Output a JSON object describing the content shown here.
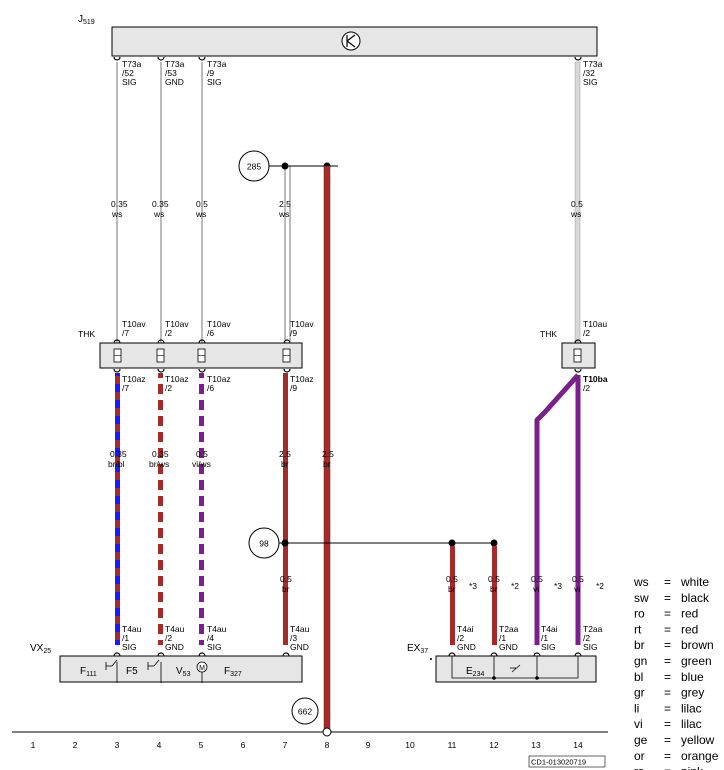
{
  "components": {
    "j519": "J",
    "j519_sub": "519",
    "thk_left": "THK",
    "thk_right": "THK",
    "vx": "VX",
    "vx_sub": "25",
    "ex": "EX",
    "ex_sub": "37",
    "f111": "F",
    "f111_sub": "111",
    "f5": "F5",
    "v53": "V",
    "v53_sub": "53",
    "f327": "F",
    "f327_sub": "327",
    "e234": "E",
    "e234_sub": "234"
  },
  "j519_pins": [
    {
      "l1": "T73a",
      "l2": "/52",
      "l3": "SIG"
    },
    {
      "l1": "T73a",
      "l2": "/53",
      "l3": "GND"
    },
    {
      "l1": "T73a",
      "l2": "/9",
      "l3": "SIG"
    },
    {
      "l1": "T73a",
      "l2": "/32",
      "l3": "SIG"
    }
  ],
  "top_wires": [
    {
      "size": "0.35",
      "color": "ws"
    },
    {
      "size": "0.35",
      "color": "ws"
    },
    {
      "size": "0.5",
      "color": "ws"
    },
    {
      "size": "2.5",
      "color": "ws"
    },
    {
      "size": "0.5",
      "color": "ws"
    }
  ],
  "thk_top_pins": [
    {
      "l1": "T10av",
      "l2": "/7"
    },
    {
      "l1": "T10av",
      "l2": "/2"
    },
    {
      "l1": "T10av",
      "l2": "/6"
    },
    {
      "l1": "T10av",
      "l2": "/9"
    },
    {
      "l1": "T10au",
      "l2": "/2"
    }
  ],
  "thk_bottom_pins": [
    {
      "l1": "T10az",
      "l2": "/7"
    },
    {
      "l1": "T10az",
      "l2": "/2"
    },
    {
      "l1": "T10az",
      "l2": "/6"
    },
    {
      "l1": "T10az",
      "l2": "/9"
    },
    {
      "l1": "T10ba",
      "l2": "/2"
    }
  ],
  "mid_wires": [
    {
      "size": "0.35",
      "color": "br/bl"
    },
    {
      "size": "0.35",
      "color": "br/ws"
    },
    {
      "size": "0.5",
      "color": "vi/ws"
    },
    {
      "size": "2.5",
      "color": "br"
    },
    {
      "size": "2.5",
      "color": "br"
    }
  ],
  "bottom_wires": [
    {
      "size": "0.5",
      "color": "br"
    },
    {
      "size": "0.5",
      "color": "br",
      "note": "*3"
    },
    {
      "size": "0.5",
      "color": "br",
      "note": "*2"
    },
    {
      "size": "0.5",
      "color": "vi",
      "note": "*3"
    },
    {
      "size": "0.5",
      "color": "vi",
      "note": "*2"
    }
  ],
  "vx_pins": [
    {
      "l1": "T4au",
      "l2": "/1",
      "l3": "SIG"
    },
    {
      "l1": "T4au",
      "l2": "/2",
      "l3": "GND"
    },
    {
      "l1": "T4au",
      "l2": "/4",
      "l3": "SIG"
    },
    {
      "l1": "T4au",
      "l2": "/3",
      "l3": "GND"
    }
  ],
  "ex_pins": [
    {
      "l1": "T4ai",
      "l2": "/2",
      "l3": "GND"
    },
    {
      "l1": "T2aa",
      "l2": "/1",
      "l3": "GND"
    },
    {
      "l1": "T4ai",
      "l2": "/1",
      "l3": "SIG"
    },
    {
      "l1": "T2aa",
      "l2": "/2",
      "l3": "SIG"
    }
  ],
  "nodes": {
    "n285": "285",
    "n98": "98",
    "n662": "662"
  },
  "columns": [
    "1",
    "2",
    "3",
    "4",
    "5",
    "6",
    "7",
    "8",
    "9",
    "10",
    "11",
    "12",
    "13",
    "14"
  ],
  "doc_id": "CD1-013020719",
  "legend": [
    {
      "abbr": "ws",
      "eq": "=",
      "name": "white"
    },
    {
      "abbr": "sw",
      "eq": "=",
      "name": "black"
    },
    {
      "abbr": "ro",
      "eq": "=",
      "name": "red"
    },
    {
      "abbr": "rt",
      "eq": "=",
      "name": "red"
    },
    {
      "abbr": "br",
      "eq": "=",
      "name": "brown"
    },
    {
      "abbr": "gn",
      "eq": "=",
      "name": "green"
    },
    {
      "abbr": "bl",
      "eq": "=",
      "name": "blue"
    },
    {
      "abbr": "gr",
      "eq": "=",
      "name": "grey"
    },
    {
      "abbr": "li",
      "eq": "=",
      "name": "lilac"
    },
    {
      "abbr": "vi",
      "eq": "=",
      "name": "lilac"
    },
    {
      "abbr": "ge",
      "eq": "=",
      "name": "yellow"
    },
    {
      "abbr": "or",
      "eq": "=",
      "name": "orange"
    },
    {
      "abbr": "rs",
      "eq": "=",
      "name": "pink"
    }
  ],
  "colors": {
    "brown": "#a52a2a",
    "blue": "#1a1aff",
    "violet": "#7b1f8c",
    "white": "#ffffff",
    "black": "#000000",
    "box_fill": "#e6e6e6",
    "wire_gray": "#bbbbbb"
  }
}
